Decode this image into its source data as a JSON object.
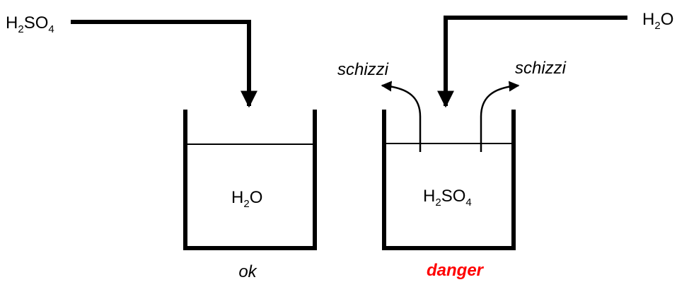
{
  "left_setup": {
    "pour_reagent": {
      "symbol": "H",
      "sub1": "2",
      "mid": "SO",
      "sub2": "4"
    },
    "beaker_content": {
      "symbol": "H",
      "sub1": "2",
      "mid": "O"
    },
    "verdict": "ok"
  },
  "right_setup": {
    "pour_reagent": {
      "symbol": "H",
      "sub1": "2",
      "mid": "O"
    },
    "beaker_content": {
      "symbol": "H",
      "sub1": "2",
      "mid": "SO",
      "sub2": "4"
    },
    "splash_left": "schizzi",
    "splash_right": "schizzi",
    "verdict": "danger"
  },
  "colors": {
    "stroke": "#000000",
    "danger": "#ff0000",
    "ok": "#000000"
  },
  "icons": [
    "arrow-down-icon",
    "splash-arrow-icon",
    "beaker-icon"
  ]
}
